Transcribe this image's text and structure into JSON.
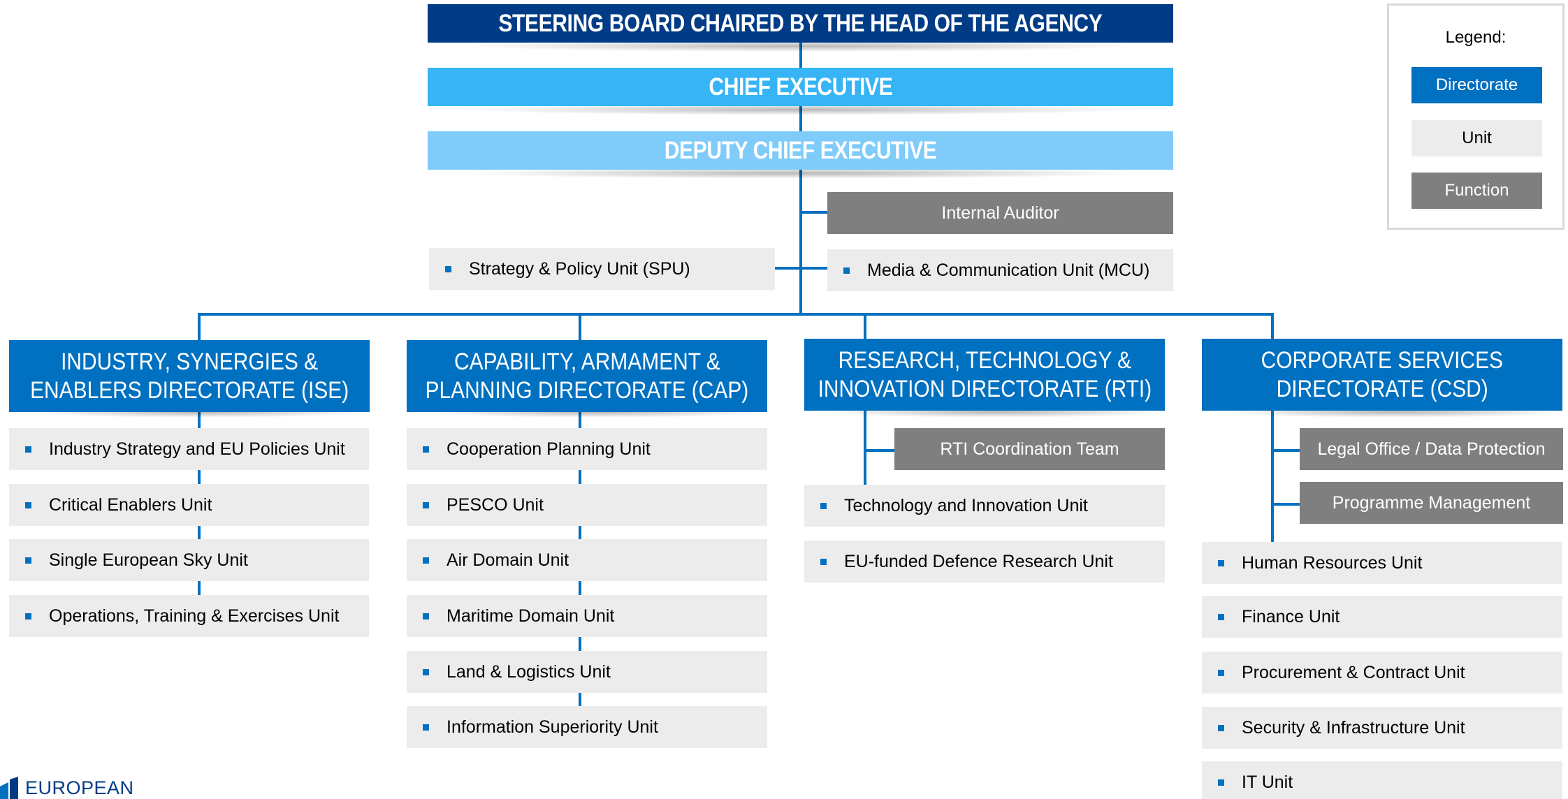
{
  "top": {
    "steering_board": "STEERING BOARD CHAIRED BY THE HEAD OF THE AGENCY",
    "chief_executive": "CHIEF EXECUTIVE",
    "deputy_chief_executive": "DEPUTY CHIEF EXECUTIVE"
  },
  "staff": {
    "internal_auditor": "Internal Auditor",
    "spu": "Strategy & Policy Unit (SPU)",
    "mcu": "Media & Communication Unit (MCU)"
  },
  "directorates": {
    "ise": {
      "title_line1": "INDUSTRY, SYNERGIES &",
      "title_line2": "ENABLERS DIRECTORATE (ISE)",
      "units": [
        "Industry Strategy and EU Policies Unit",
        "Critical Enablers Unit",
        "Single European Sky Unit",
        "Operations, Training & Exercises Unit"
      ]
    },
    "cap": {
      "title_line1": "CAPABILITY, ARMAMENT &",
      "title_line2": "PLANNING DIRECTORATE (CAP)",
      "units": [
        "Cooperation Planning Unit",
        "PESCO Unit",
        "Air Domain Unit",
        "Maritime Domain Unit",
        "Land & Logistics Unit",
        "Information Superiority Unit"
      ]
    },
    "rti": {
      "title_line1": "RESEARCH, TECHNOLOGY &",
      "title_line2": "INNOVATION DIRECTORATE (RTI)",
      "functions": [
        "RTI Coordination Team"
      ],
      "units": [
        "Technology and Innovation Unit",
        "EU-funded Defence Research Unit"
      ]
    },
    "csd": {
      "title_line1": "CORPORATE SERVICES",
      "title_line2": "DIRECTORATE (CSD)",
      "functions": [
        "Legal Office / Data Protection",
        "Programme Management"
      ],
      "units": [
        "Human Resources Unit",
        "Finance Unit",
        "Procurement & Contract Unit",
        "Security & Infrastructure Unit",
        "IT Unit"
      ]
    }
  },
  "legend": {
    "title": "Legend:",
    "directorate": "Directorate",
    "unit": "Unit",
    "function": "Function"
  },
  "logo": {
    "text": "EUROPEAN"
  },
  "colors": {
    "steering": "#003b86",
    "chief": "#36b4f5",
    "deputy": "#7fcbfa",
    "directorate": "#0070c0",
    "unit": "#ececec",
    "function": "#7f7f7f",
    "line": "#0070c0"
  }
}
